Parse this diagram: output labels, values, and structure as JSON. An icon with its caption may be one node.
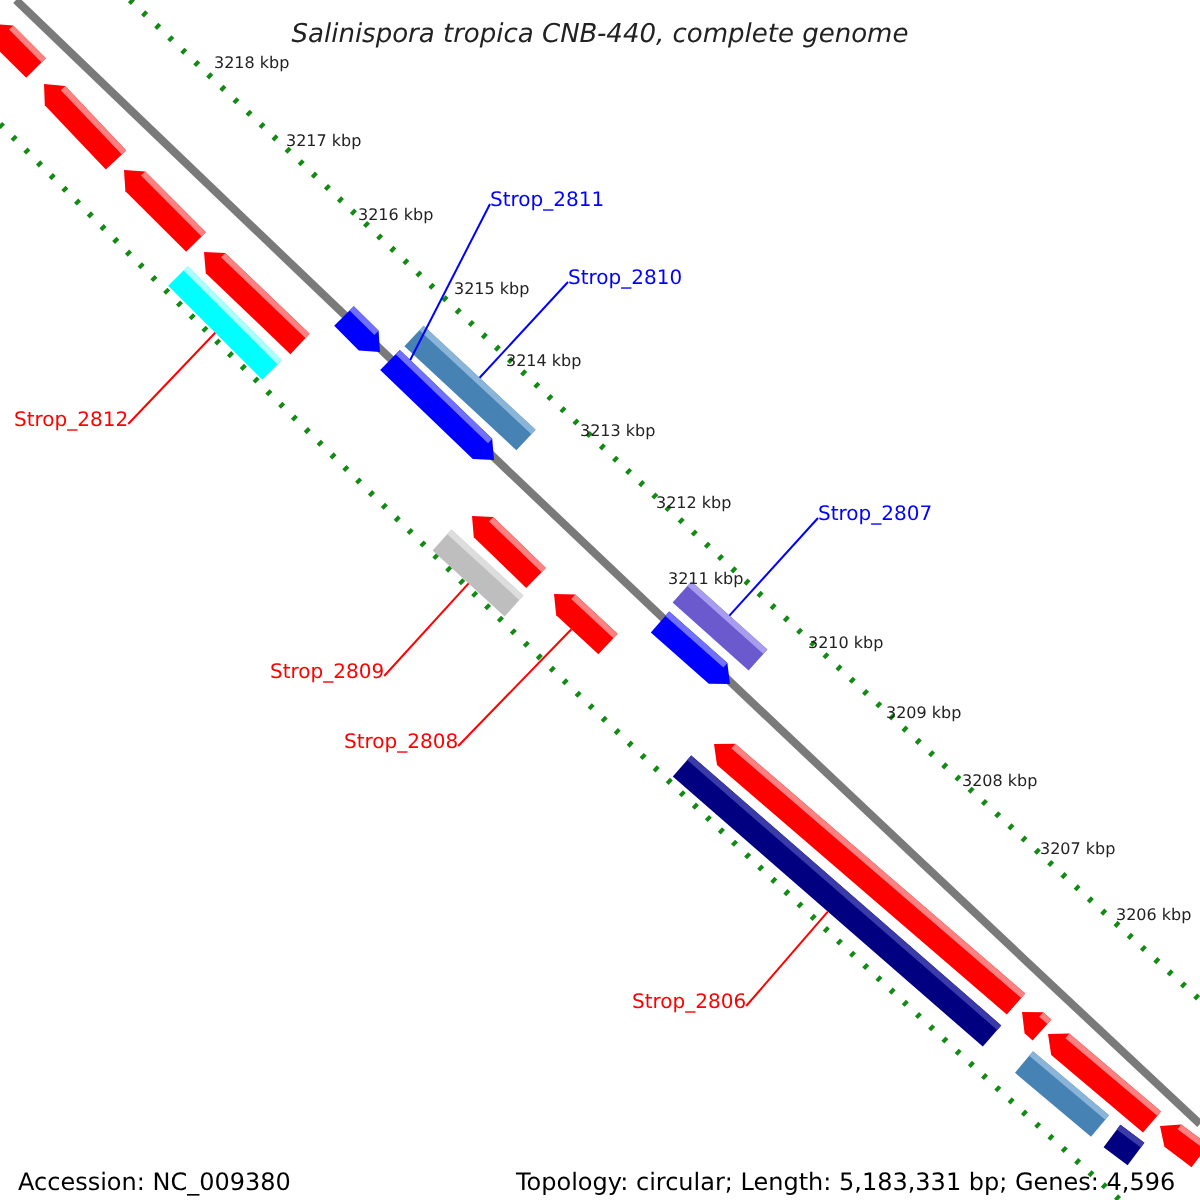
{
  "diagram": {
    "title": "Salinispora tropica CNB-440, complete genome",
    "nodes": [
      {
        "text": [
          "Strop_2811"
        ]
      },
      {
        "text": [
          "Strop_2810"
        ]
      },
      {
        "text": [
          "Strop_2812"
        ]
      },
      {
        "text": [
          "Strop_2807"
        ]
      },
      {
        "text": [
          "Strop_2809"
        ]
      },
      {
        "text": [
          "Strop_2808"
        ]
      },
      {
        "text": [
          "Strop_2806"
        ]
      },
      {
        "text": [],
        "shape": "arrow"
      },
      {
        "text": [],
        "shape": "arrow"
      },
      {
        "text": [],
        "shape": "arrow"
      },
      {
        "text": [],
        "shape": "arrow"
      },
      {
        "text": [],
        "shape": "bar"
      },
      {
        "text": [],
        "shape": "arrow"
      },
      {
        "text": [],
        "shape": "arrow"
      },
      {
        "text": [],
        "shape": "bar"
      },
      {
        "text": [],
        "shape": "arrow"
      },
      {
        "text": [],
        "shape": "bar"
      },
      {
        "text": [],
        "shape": "arrow"
      },
      {
        "text": [],
        "shape": "bar"
      },
      {
        "text": [],
        "shape": "arrow"
      },
      {
        "text": [],
        "shape": "bar"
      },
      {
        "text": [],
        "shape": "arrow"
      },
      {
        "text": [],
        "shape": "arrow"
      },
      {
        "text": [],
        "shape": "bar"
      },
      {
        "text": [],
        "shape": "arrow"
      },
      {
        "text": [],
        "shape": "arrow"
      },
      {
        "text": [],
        "shape": "bar"
      }
    ],
    "edges": [
      {
        "from": 0,
        "to": 13,
        "arrow": "none",
        "color": "#0000ff"
      },
      {
        "from": 1,
        "to": 14,
        "arrow": "none",
        "color": "#0000ff"
      },
      {
        "from": 2,
        "to": 11,
        "arrow": "none"
      },
      {
        "from": 3,
        "to": 18,
        "arrow": "none",
        "color": "#0000ff"
      },
      {
        "from": 4,
        "to": 16,
        "arrow": "none"
      },
      {
        "from": 5,
        "to": 17,
        "arrow": "none"
      },
      {
        "from": 6,
        "to": 20,
        "arrow": "none"
      }
    ],
    "labels": [
      "3218 kbp",
      "3217 kbp",
      "3216 kbp",
      "3215 kbp",
      "3214 kbp",
      "3213 kbp",
      "3212 kbp",
      "3211 kbp",
      "3210 kbp",
      "3209 kbp",
      "3208 kbp",
      "3207 kbp",
      "3206 kbp",
      "Accession: NC_009380",
      "Topology: circular; Length: 5,183,331 bp; Genes: 4,596"
    ]
  }
}
